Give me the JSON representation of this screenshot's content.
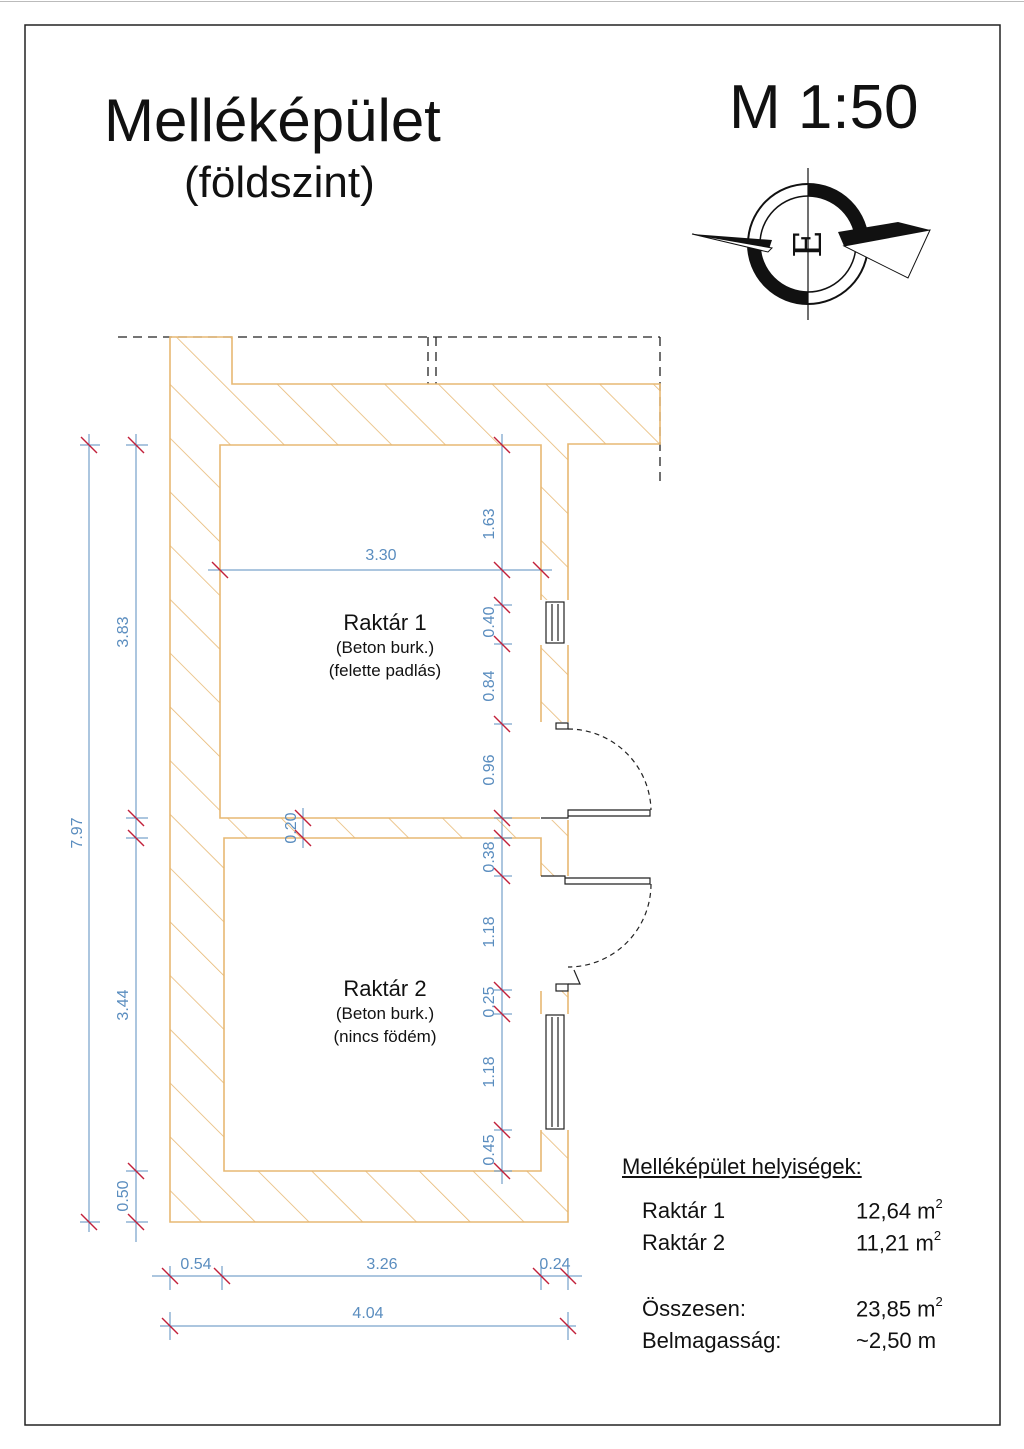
{
  "title": "Melléképület",
  "subtitle": "(földszint)",
  "scale": "M 1:50",
  "compass_letter": "E",
  "colors": {
    "wall_hatch": "#e7b873",
    "dimension": "#5a8dbf",
    "tick": "#c2203a",
    "ink": "#111111"
  },
  "rooms": [
    {
      "name": "Raktár 1",
      "note1": "(Beton burk.)",
      "note2": "(felette padlás)"
    },
    {
      "name": "Raktár 2",
      "note1": "(Beton burk.)",
      "note2": "(nincs födém)"
    }
  ],
  "dimensions": {
    "room1_width": "3.30",
    "total_height": "7.97",
    "upper_height": "3.83",
    "lower_height": "3.44",
    "bottom_wall": "0.50",
    "middle_wall": "0.20",
    "right_segments": [
      "1.63",
      "0.40",
      "0.84",
      "0.96",
      "0.38",
      "1.18",
      "0.25",
      "1.18",
      "0.45"
    ],
    "bottom_segments": [
      "0.54",
      "3.26",
      "0.24"
    ],
    "bottom_total": "4.04"
  },
  "legend": {
    "title": "Melléképület helyiségek:",
    "rows": [
      {
        "name": "Raktár 1",
        "value": "12,64 m",
        "sup": "2"
      },
      {
        "name": "Raktár 2",
        "value": "11,21 m",
        "sup": "2"
      }
    ],
    "total_label": "Összesen:",
    "total_value": "23,85 m",
    "total_sup": "2",
    "height_label": "Belmagasság:",
    "height_value": "~2,50 m"
  }
}
